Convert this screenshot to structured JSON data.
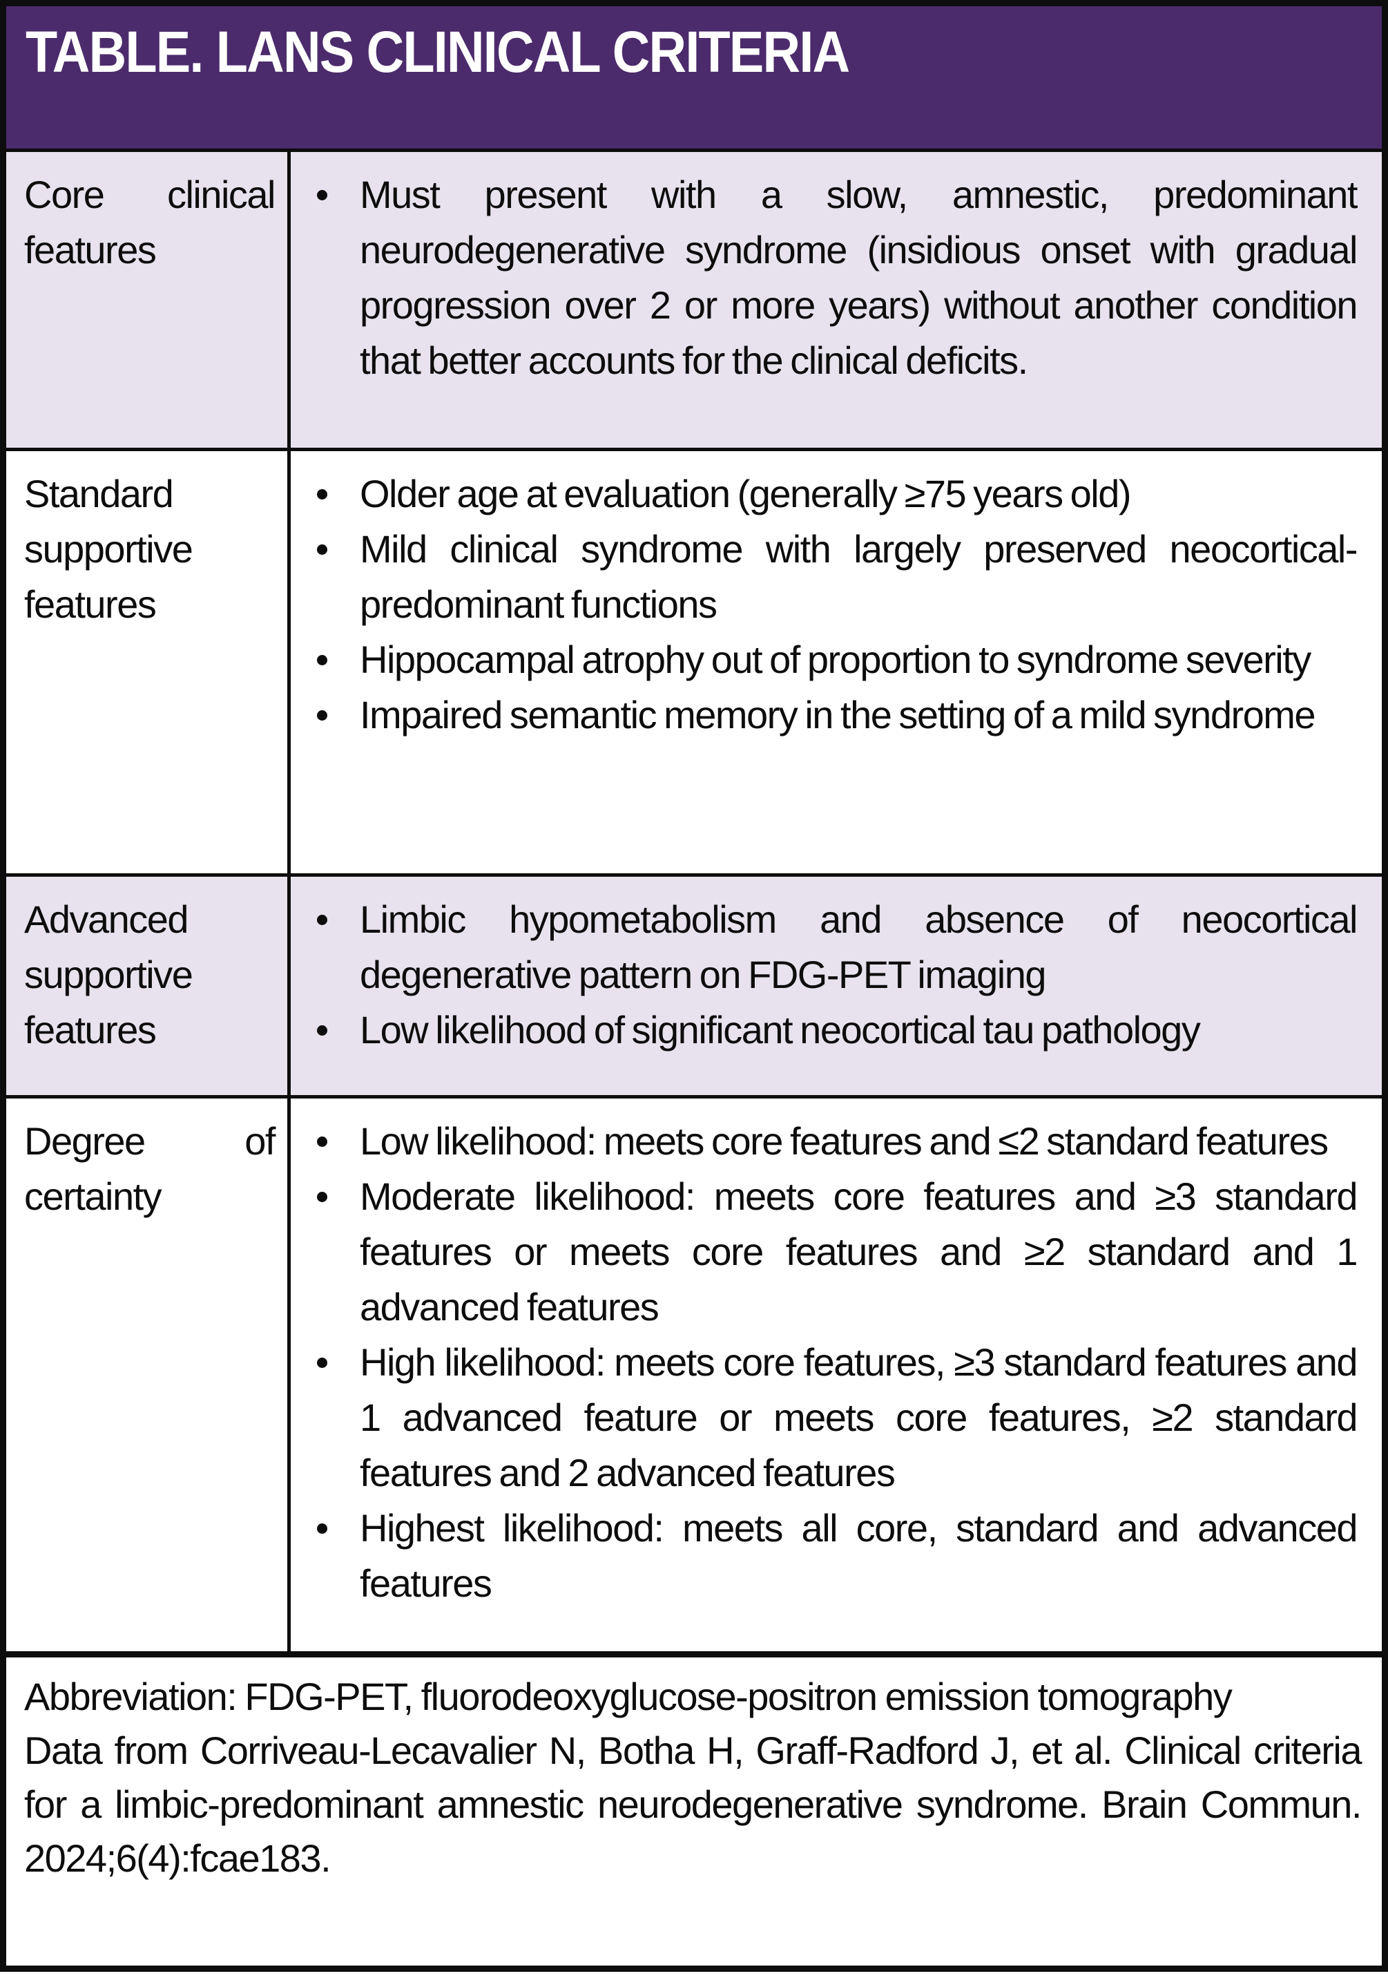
{
  "title": "TABLE. LANS CLINICAL CRITERIA",
  "colors": {
    "header_bg": "#4B2B6C",
    "header_text": "#FFFFFF",
    "row_alt_bg": "#E7E2EE",
    "row_plain_bg": "#FFFFFF",
    "border": "#0D0D0D",
    "body_text": "#0D0D0D"
  },
  "rows": [
    {
      "label": "Core clinical features",
      "bullets": [
        "Must present with a slow, amnestic, predominant neurodegenerative syndrome (insidious onset with gradual progression over 2 or more years) without another condition that better accounts for the clinical deficits."
      ]
    },
    {
      "label": "Standard supportive features",
      "bullets": [
        "Older age at evaluation (generally ≥75 years old)",
        "Mild clinical syndrome with largely preserved neocortical-predominant functions",
        "Hippocampal atrophy out of proportion to syndrome severity",
        "Impaired semantic memory in the setting of a mild syndrome"
      ]
    },
    {
      "label": "Advanced supportive features",
      "bullets": [
        "Limbic hypometabolism and absence of neocortical degenerative pattern on FDG-PET imaging",
        "Low likelihood of significant neocortical tau pathology"
      ]
    },
    {
      "label": "Degree of certainty",
      "bullets": [
        "Low likelihood: meets core features and ≤2 standard features",
        "Moderate likelihood: meets core features and ≥3 standard features or meets core features and ≥2 standard and 1 advanced features",
        "High likelihood: meets core features, ≥3 standard features and 1 advanced feature or meets core features, ≥2 standard features and 2 advanced features",
        "Highest likelihood: meets all core, standard and advanced features"
      ]
    }
  ],
  "footer": {
    "abbreviation": "Abbreviation: FDG-PET, fluorodeoxyglucose-positron emission tomography",
    "citation": "Data from Corriveau-Lecavalier N, Botha H, Graff-Radford J, et al. Clinical criteria for a limbic-predominant amnestic neurodegenerative syndrome. Brain Commun. 2024;6(4):fcae183."
  }
}
